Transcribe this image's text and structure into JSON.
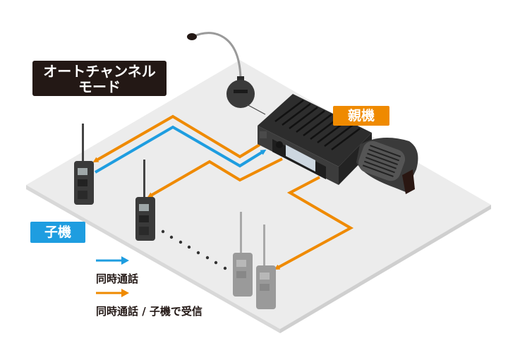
{
  "diagram": {
    "mode_title": [
      "オートチャンネル",
      "モード"
    ],
    "parent_label": "親機",
    "child_label": "子機",
    "legend": [
      {
        "label": "同時通話",
        "color": "#1e9de0",
        "meaning": "blue-arrow"
      },
      {
        "label": "同時通話 / 子機で受信",
        "color": "#ef8a00",
        "meaning": "orange-arrow"
      }
    ],
    "colors": {
      "orange": "#ef8a00",
      "blue": "#1e9de0",
      "floor": "#ececec",
      "floor_edge": "#d6d6d6",
      "device_dark": "#3a3a3a",
      "device_faded": "#9a9a9a",
      "title_bg": "#231815"
    },
    "devices": {
      "base_station": "mobile-radio-with-gooseneck-mic-and-speaker",
      "handhelds_active": 2,
      "handhelds_faded": 2,
      "ellipsis_dots": 9
    }
  }
}
